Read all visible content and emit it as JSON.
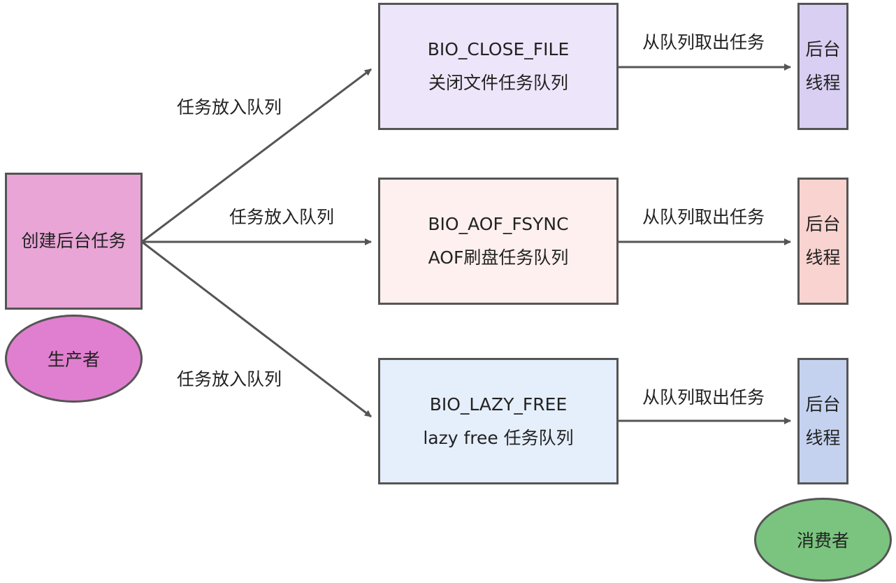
{
  "producer": {
    "task_box": "创建后台任务",
    "role": "生产者"
  },
  "consumer": {
    "role": "消费者"
  },
  "edge_labels": {
    "enqueue": "任务放入队列",
    "dequeue": "从队列取出任务"
  },
  "queues": [
    {
      "name": "BIO_CLOSE_FILE",
      "desc": "关闭文件任务队列",
      "fill": "#ede5fa",
      "thread_fill": "#d9cff2"
    },
    {
      "name": "BIO_AOF_FSYNC",
      "desc": "AOF刷盘任务队列",
      "fill": "#fdf0ee",
      "thread_fill": "#f8d3cf"
    },
    {
      "name": "BIO_LAZY_FREE",
      "desc": "lazy free 任务队列",
      "fill": "#e5eefb",
      "thread_fill": "#c5d2ef"
    }
  ],
  "thread": {
    "line1": "后台",
    "line2": "线程"
  },
  "colors": {
    "producer_box": "#e8a5d6",
    "producer_ellipse": "#e07fd0",
    "consumer_ellipse": "#7ac47f",
    "border": "#555555",
    "arrow": "#555555"
  }
}
